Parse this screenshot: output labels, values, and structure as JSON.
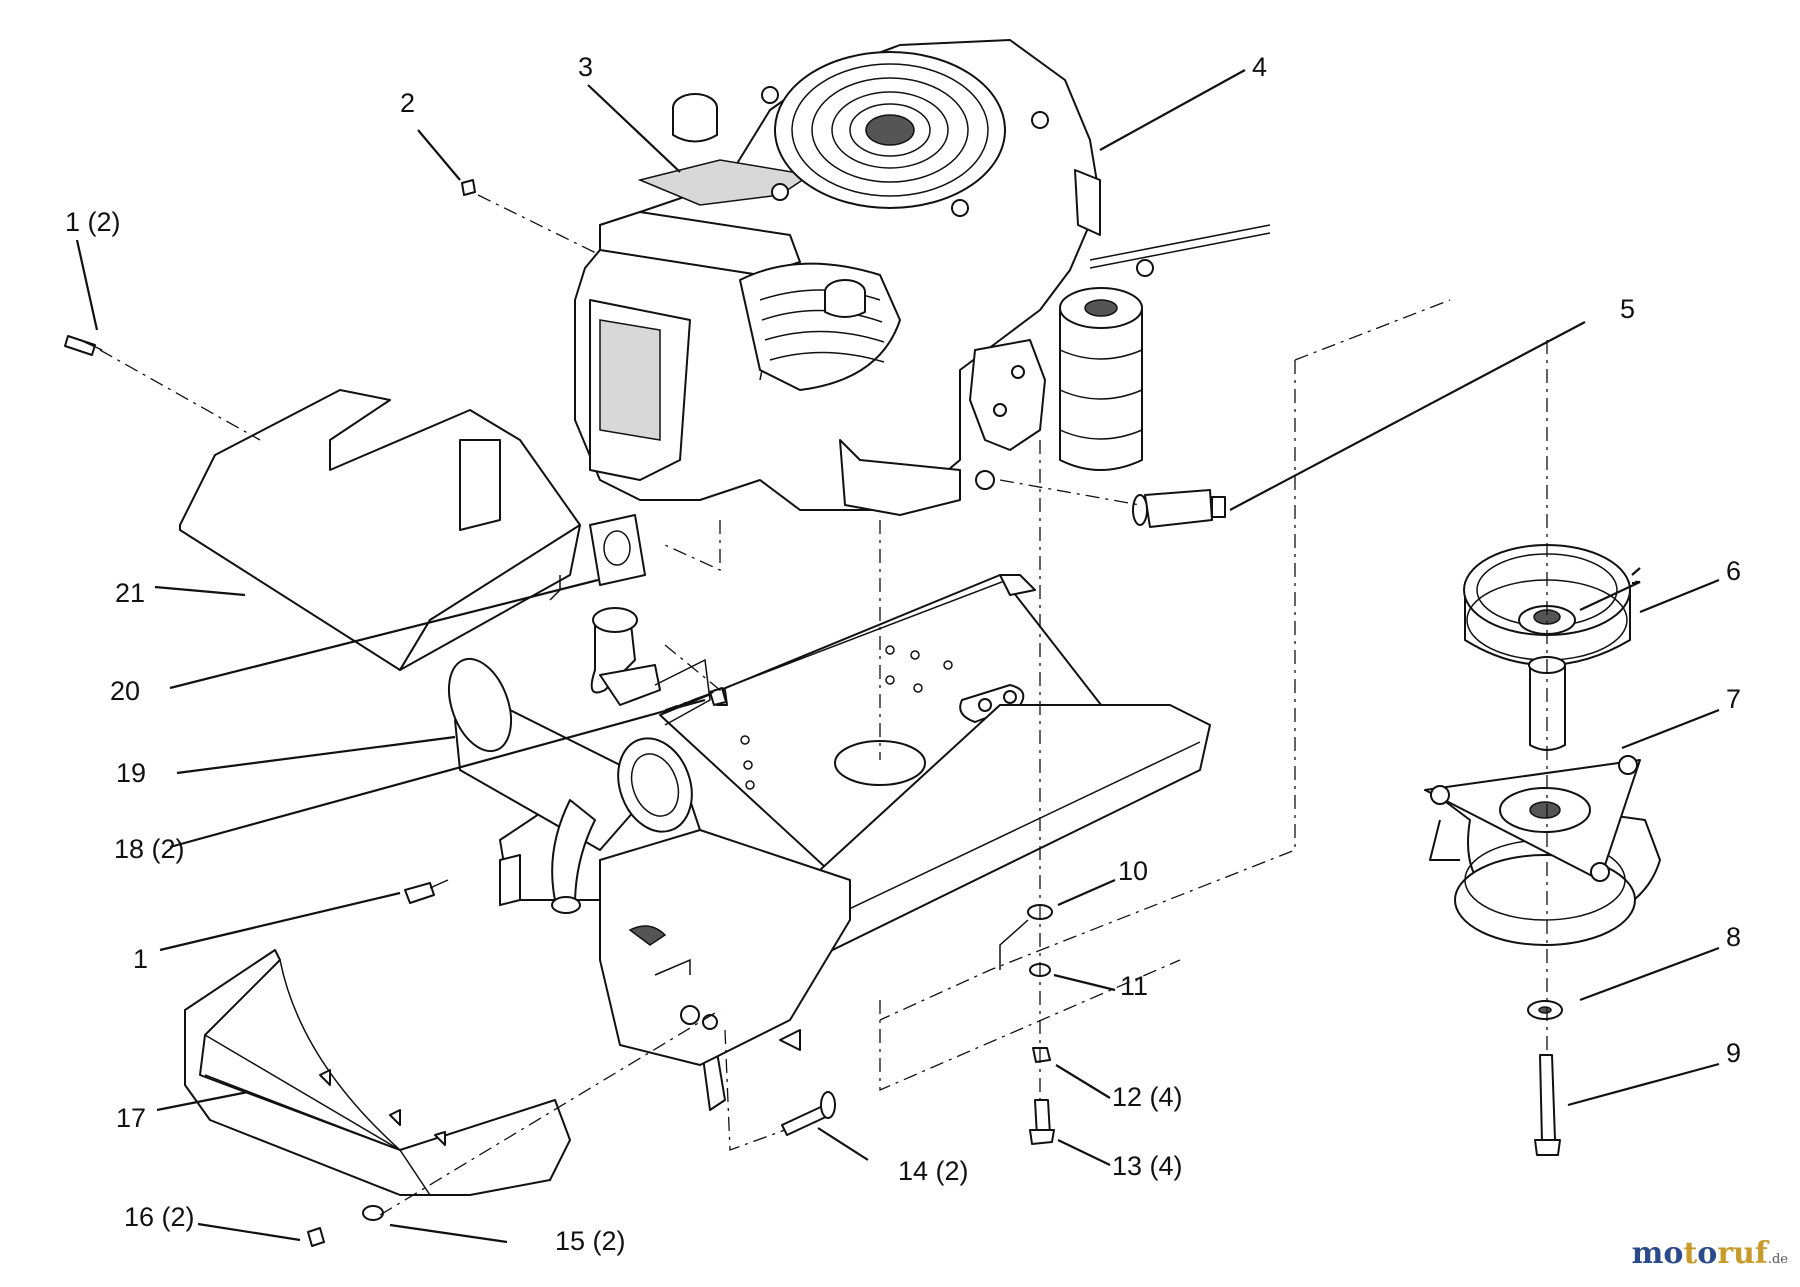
{
  "callouts": [
    {
      "id": "1-2",
      "label": "1 (2)"
    },
    {
      "id": "2",
      "label": "2"
    },
    {
      "id": "3",
      "label": "3"
    },
    {
      "id": "4",
      "label": "4"
    },
    {
      "id": "5",
      "label": "5"
    },
    {
      "id": "6",
      "label": "6"
    },
    {
      "id": "7",
      "label": "7"
    },
    {
      "id": "8",
      "label": "8"
    },
    {
      "id": "9",
      "label": "9"
    },
    {
      "id": "10",
      "label": "10"
    },
    {
      "id": "11",
      "label": "11"
    },
    {
      "id": "12",
      "label": "12 (4)"
    },
    {
      "id": "13",
      "label": "13 (4)"
    },
    {
      "id": "14",
      "label": "14 (2)"
    },
    {
      "id": "15",
      "label": "15 (2)"
    },
    {
      "id": "16",
      "label": "16 (2)"
    },
    {
      "id": "17",
      "label": "17"
    },
    {
      "id": "18",
      "label": "18 (2)"
    },
    {
      "id": "19",
      "label": "19"
    },
    {
      "id": "20",
      "label": "20"
    },
    {
      "id": "21",
      "label": "21"
    },
    {
      "id": "1",
      "label": "1"
    }
  ],
  "watermark": {
    "parts": [
      {
        "text": "mo",
        "color": "#2b4a8b"
      },
      {
        "text": "t",
        "color": "#c89a2a"
      },
      {
        "text": "o",
        "color": "#2b4a8b"
      },
      {
        "text": "ruf",
        "color": "#c89a2a"
      }
    ],
    "tld": ".de"
  }
}
